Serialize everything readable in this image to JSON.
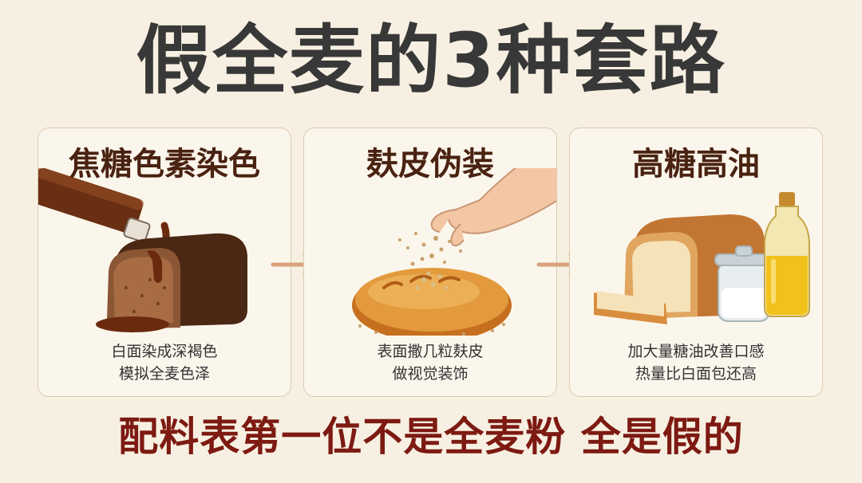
{
  "title": "假全麦的3种套路",
  "cards": [
    {
      "heading": "焦糖色素染色",
      "desc_line1": "白面染成深褐色",
      "desc_line2": "模拟全麦色泽"
    },
    {
      "heading": "麸皮伪装",
      "desc_line1": "表面撒几粒麸皮",
      "desc_line2": "做视觉装饰"
    },
    {
      "heading": "高糖高油",
      "desc_line1": "加大量糖油改善口感",
      "desc_line2": "热量比白面包还高"
    }
  ],
  "bottom_text": "配料表第一位不是全麦粉 全是假的",
  "colors": {
    "title": "#383838",
    "heading": "#4a2211",
    "bottom": "#7d1a12",
    "arrow": "#d9a27a",
    "background": "#f7f0e2"
  }
}
